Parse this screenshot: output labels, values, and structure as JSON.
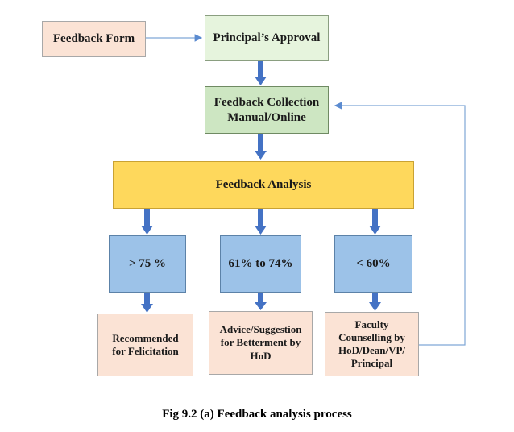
{
  "nodes": {
    "feedback_form": "Feedback Form",
    "principal_approval": "Principal’s Approval",
    "feedback_collection": "Feedback Collection\nManual/Online",
    "feedback_analysis": "Feedback Analysis",
    "above_75": "> 75 %",
    "range_61_74": "61% to 74%",
    "below_60": "< 60%",
    "recommended": "Recommended\nfor Felicitation",
    "advice": "Advice/Suggestion\nfor Betterment by\nHoD",
    "counselling": "Faculty\nCounselling by\nHoD/Dean/VP/\nPrincipal"
  },
  "caption": "Fig 9.2 (a) Feedback analysis process",
  "colors": {
    "peach": "#fbe3d5",
    "light_green": "#e6f4dd",
    "green": "#cde6c2",
    "yellow": "#fed85c",
    "blue": "#9cc2e8",
    "arrow_blue": "#4472c4",
    "connector": "#7fa7d6"
  }
}
